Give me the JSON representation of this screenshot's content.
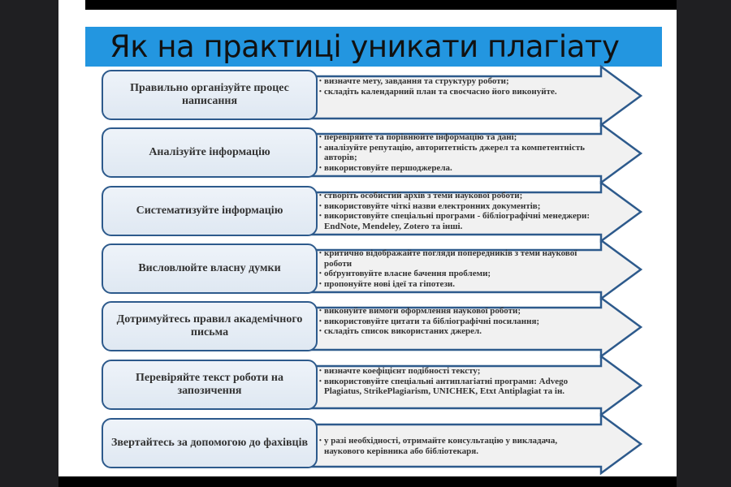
{
  "title": "Як на практиці уникати плагіату",
  "rows": [
    {
      "label": "Правильно організуйте процес написання",
      "items": [
        "визначте мету, завдання та структуру роботи;",
        "складіть календарний план та своєчасно його виконуйте."
      ]
    },
    {
      "label": "Аналізуйте інформацію",
      "items": [
        "перевіряйте та порівнюйте інформацію та дані;",
        "аналізуйте репутацію, авторитетність джерел та компетентність авторів;",
        "використовуйте першоджерела."
      ]
    },
    {
      "label": "Систематизуйте інформацію",
      "items": [
        "створіть особистий архів з теми наукової роботи;",
        "використовуйте чіткі назви електронних документів;",
        "використовуйте спеціальні програми - бібліографічні менеджери: EndNote, Mendeley, Zotero та інші."
      ]
    },
    {
      "label": "Висловлюйте власну думки",
      "items": [
        "критично відображайте погляди попередників з теми наукової роботи",
        "обґрунтовуйте власне бачення проблеми;",
        "пропонуйте нові ідеї та гіпотези."
      ]
    },
    {
      "label": "Дотримуйтесь правил академічного письма",
      "items": [
        "виконуйте вимоги оформлення наукової роботи;",
        "використовуйте цитати та бібліографічні посилання;",
        "складіть список використаних джерел."
      ]
    },
    {
      "label": "Перевіряйте текст роботи на запозичення",
      "items": [
        "визначте коефіцієнт подібності тексту;",
        "використовуйте спеціальні антиплагіатні програми: Advego Plagiatus, StrikePlagiarism, UNICHEK, Etxt Antiplagiat та ін."
      ]
    },
    {
      "label": "Звертайтесь за допомогою до фахівців",
      "items": [
        "у разі необхідності, отримайте консультацію у викладача, наукового керівника або бібліотекаря."
      ]
    }
  ]
}
